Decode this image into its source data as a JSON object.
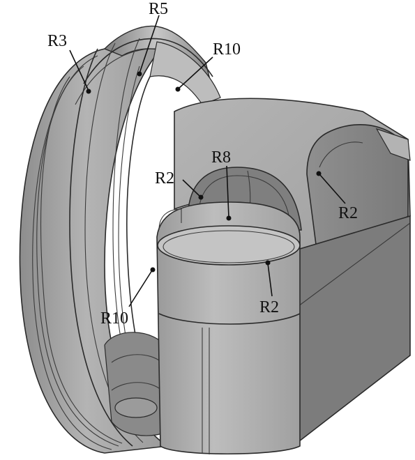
{
  "callouts": [
    {
      "id": "r5-top",
      "text": "R5"
    },
    {
      "id": "r3-top",
      "text": "R3"
    },
    {
      "id": "r10-top",
      "text": "R10"
    },
    {
      "id": "r8-center",
      "text": "R8"
    },
    {
      "id": "r2-left",
      "text": "R2"
    },
    {
      "id": "r2-right",
      "text": "R2"
    },
    {
      "id": "r10-bottom",
      "text": "R10"
    },
    {
      "id": "r2-bottom",
      "text": "R2"
    }
  ],
  "colors": {
    "background": "#ffffff",
    "body_light": "#c9c9c9",
    "body_mid": "#a9a9a9",
    "body_dark": "#7f7f7f",
    "edge": "#2a2a2a",
    "label": "#111111"
  }
}
